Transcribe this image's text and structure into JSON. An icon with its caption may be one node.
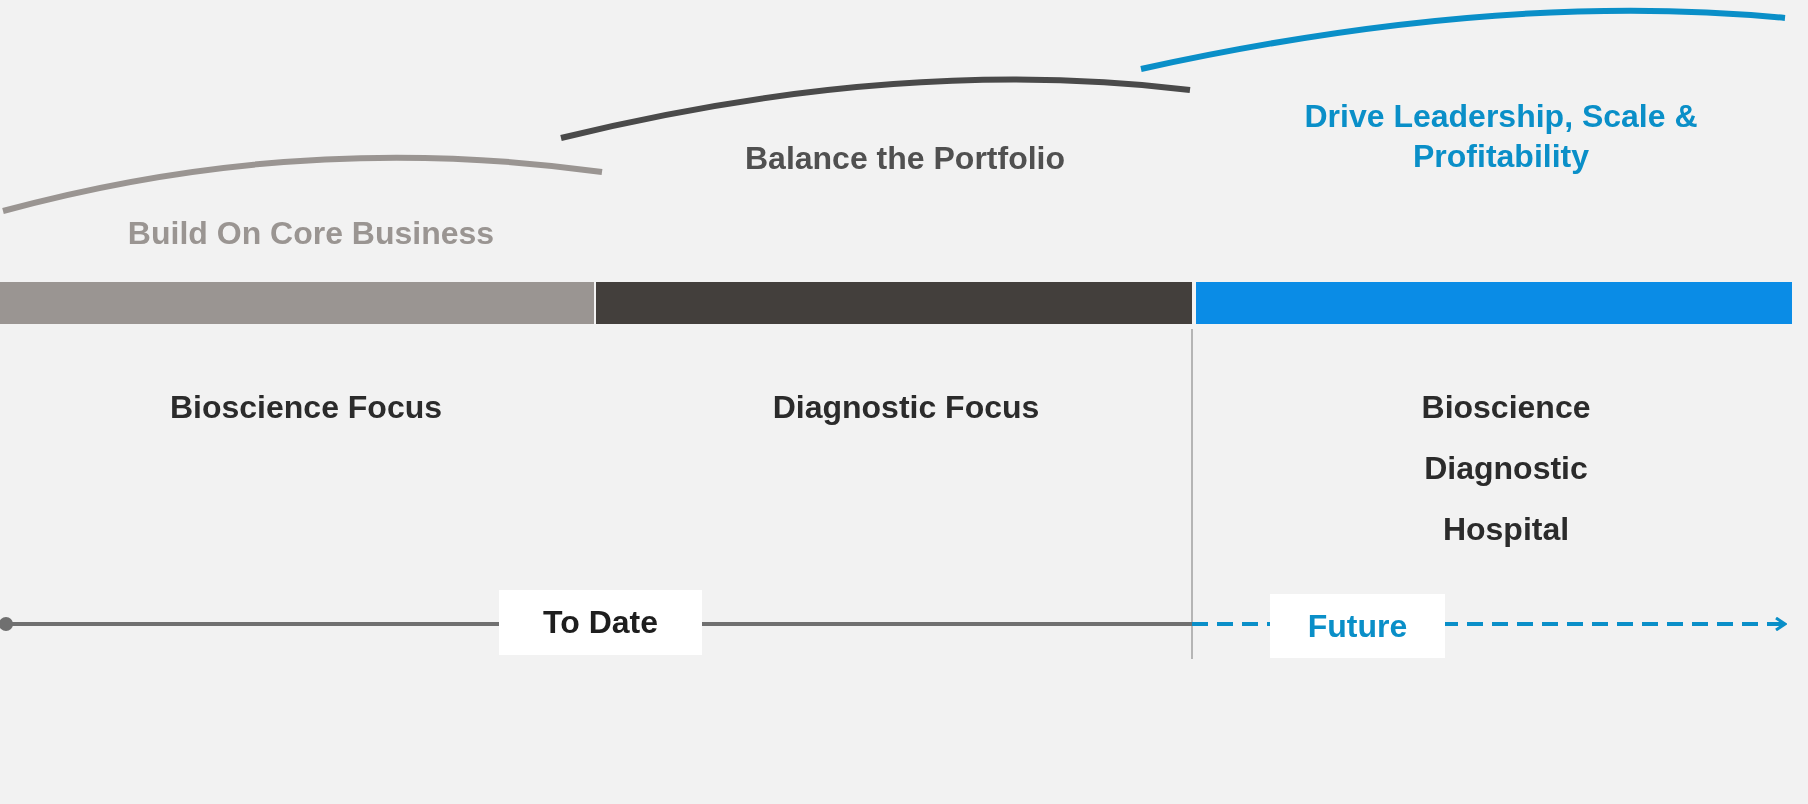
{
  "diagram": {
    "nodes": [
      {
        "text": [
          "To Date"
        ]
      },
      {
        "text": [
          "Future"
        ]
      },
      {
        "text": [],
        "shape": "bar"
      },
      {
        "text": [],
        "shape": "bar"
      },
      {
        "text": [],
        "shape": "bar"
      }
    ],
    "labels": [
      "Build On Core Business",
      "Balance the Portfolio",
      "Drive Leadership, Scale & Profitability",
      "Bioscience Focus",
      "Diagnostic Focus",
      "Bioscience",
      "Diagnostic",
      "Hospital"
    ]
  }
}
